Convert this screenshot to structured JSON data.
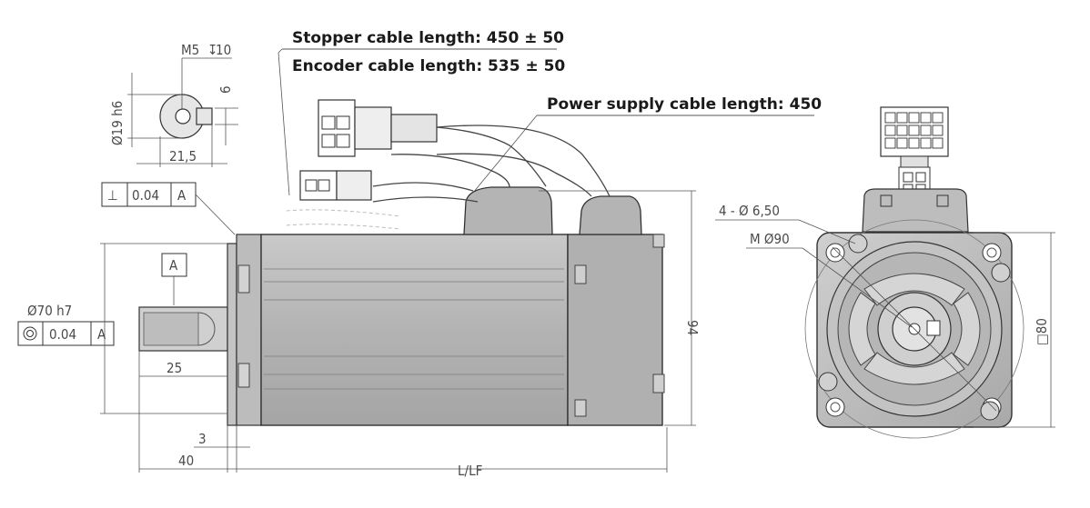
{
  "cable_labels": {
    "stopper": "Stopper cable length: 450 ± 50",
    "encoder": "Encoder cable length: 535 ± 50",
    "power": "Power supply cable length: 450"
  },
  "shaft_detail": {
    "thread": "M5",
    "thread_depth": "10",
    "diameter": "Ø19 h6",
    "key_height": "6",
    "width": "21,5"
  },
  "tolerances": {
    "perpendicularity": {
      "symbol": "⊥",
      "value": "0.04",
      "datum": "A"
    },
    "concentricity": {
      "symbol": "◎",
      "value": "0.04",
      "datum": "A"
    },
    "datum_label": "A"
  },
  "side_view": {
    "pilot_diameter": "Ø70 h7",
    "shaft_length": "25",
    "flange_thickness": "3",
    "shaft_total": "40",
    "body_length": "L/LF",
    "height": "94"
  },
  "front_view": {
    "holes": "4 - Ø 6,50",
    "pcd": "M Ø90",
    "square": "□80"
  },
  "colors": {
    "body_fill": "#b9b9b9",
    "body_dark": "#8f8f8f",
    "line": "#333333"
  }
}
